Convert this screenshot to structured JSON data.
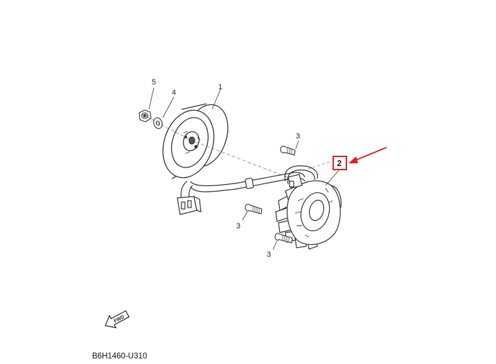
{
  "diagram": {
    "part_callouts": {
      "flywheel": "1",
      "stator": "2",
      "bolt_top": "3",
      "bolt_left": "3",
      "bolt_bottom": "3",
      "washer": "4",
      "nut": "5"
    },
    "direction_label": "FWD",
    "drawing_code": "B6H1460-U310",
    "colors": {
      "line": "#333333",
      "highlight_box": "#e02020",
      "arrow": "#e02020"
    }
  }
}
